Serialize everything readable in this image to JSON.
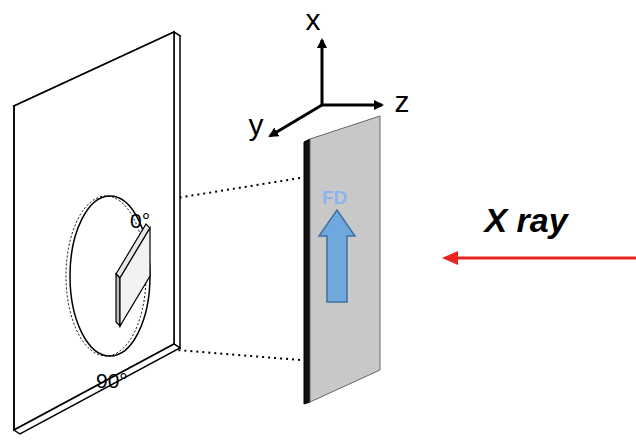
{
  "diagram": {
    "nodes": [
      {
        "text": [
          "0°",
          "90°"
        ]
      },
      {
        "text": [
          "FD"
        ]
      }
    ],
    "labels": [
      "x",
      "y",
      "z",
      "X ray"
    ]
  }
}
